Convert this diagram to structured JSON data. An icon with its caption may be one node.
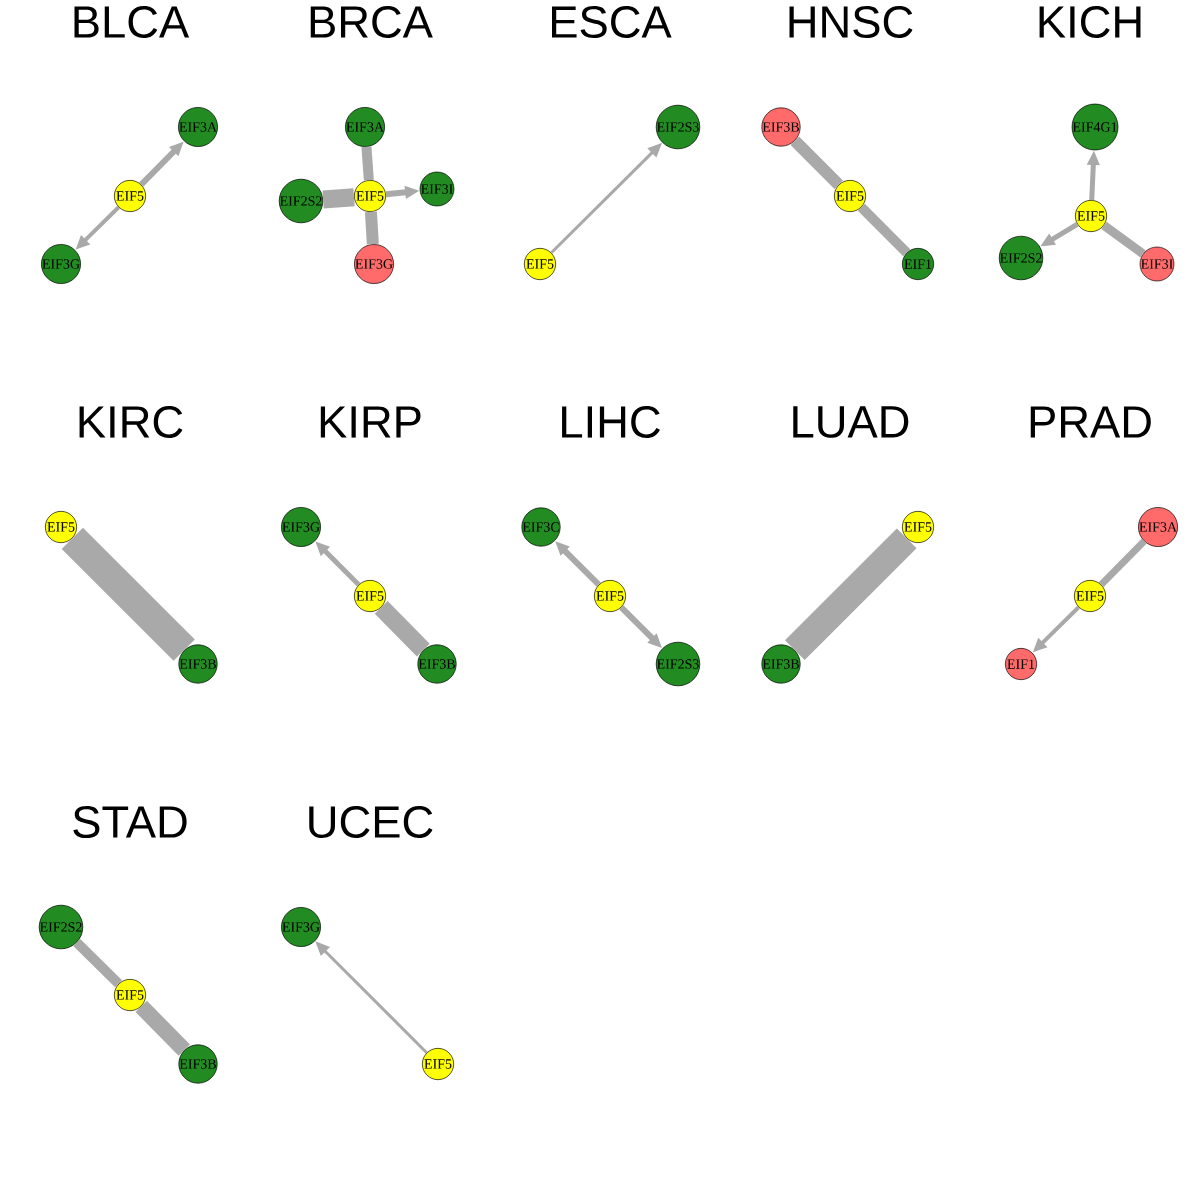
{
  "diagram": {
    "nodes": [
      {
        "text": [
          "EIF3A"
        ]
      },
      {
        "text": [
          "EIF5"
        ]
      },
      {
        "text": [
          "EIF3G"
        ]
      },
      {
        "text": [
          "EIF3A"
        ]
      },
      {
        "text": [
          "EIF2S2"
        ]
      },
      {
        "text": [
          "EIF5"
        ]
      },
      {
        "text": [
          "EIF3I"
        ]
      },
      {
        "text": [
          "EIF3G"
        ]
      },
      {
        "text": [
          "EIF2S3"
        ]
      },
      {
        "text": [
          "EIF5"
        ]
      },
      {
        "text": [
          "EIF3B"
        ]
      },
      {
        "text": [
          "EIF5"
        ]
      },
      {
        "text": [
          "EIF1"
        ]
      },
      {
        "text": [
          "EIF4G1"
        ]
      },
      {
        "text": [
          "EIF5"
        ]
      },
      {
        "text": [
          "EIF2S2"
        ]
      },
      {
        "text": [
          "EIF3I"
        ]
      },
      {
        "text": [
          "EIF5"
        ]
      },
      {
        "text": [
          "EIF3B"
        ]
      },
      {
        "text": [
          "EIF3G"
        ]
      },
      {
        "text": [
          "EIF5"
        ]
      },
      {
        "text": [
          "EIF3B"
        ]
      },
      {
        "text": [
          "EIF3C"
        ]
      },
      {
        "text": [
          "EIF5"
        ]
      },
      {
        "text": [
          "EIF2S3"
        ]
      },
      {
        "text": [
          "EIF5"
        ]
      },
      {
        "text": [
          "EIF3B"
        ]
      },
      {
        "text": [
          "EIF3A"
        ]
      },
      {
        "text": [
          "EIF5"
        ]
      },
      {
        "text": [
          "EIF1"
        ]
      },
      {
        "text": [
          "EIF2S2"
        ]
      },
      {
        "text": [
          "EIF5"
        ]
      },
      {
        "text": [
          "EIF3B"
        ]
      },
      {
        "text": [
          "EIF3G"
        ]
      },
      {
        "text": [
          "EIF5"
        ]
      }
    ],
    "edges": [
      {
        "from": 1,
        "to": 0,
        "arrow": "to"
      },
      {
        "from": 1,
        "to": 2,
        "arrow": "to"
      },
      {
        "from": 5,
        "to": 3,
        "arrow": "none"
      },
      {
        "from": 5,
        "to": 4,
        "arrow": "none",
        "style": "thick"
      },
      {
        "from": 5,
        "to": 6,
        "arrow": "to"
      },
      {
        "from": 5,
        "to": 7,
        "arrow": "none"
      },
      {
        "from": 9,
        "to": 8,
        "arrow": "to"
      },
      {
        "from": 11,
        "to": 10,
        "arrow": "none"
      },
      {
        "from": 11,
        "to": 12,
        "arrow": "none"
      },
      {
        "from": 14,
        "to": 13,
        "arrow": "to"
      },
      {
        "from": 14,
        "to": 15,
        "arrow": "to"
      },
      {
        "from": 14,
        "to": 16,
        "arrow": "none"
      },
      {
        "from": 17,
        "to": 18,
        "arrow": "none",
        "style": "thick"
      },
      {
        "from": 20,
        "to": 19,
        "arrow": "to"
      },
      {
        "from": 20,
        "to": 21,
        "arrow": "none",
        "style": "thick"
      },
      {
        "from": 23,
        "to": 22,
        "arrow": "to"
      },
      {
        "from": 23,
        "to": 24,
        "arrow": "to"
      },
      {
        "from": 25,
        "to": 26,
        "arrow": "none",
        "style": "thick"
      },
      {
        "from": 28,
        "to": 27,
        "arrow": "none"
      },
      {
        "from": 28,
        "to": 29,
        "arrow": "to"
      },
      {
        "from": 31,
        "to": 30,
        "arrow": "none"
      },
      {
        "from": 31,
        "to": 32,
        "arrow": "none",
        "style": "thick"
      },
      {
        "from": 34,
        "to": 33,
        "arrow": "to"
      }
    ],
    "labels": [
      "BLCA",
      "BRCA",
      "ESCA",
      "HNSC",
      "KICH",
      "KIRC",
      "KIRP",
      "LIHC",
      "LUAD",
      "PRAD",
      "STAD",
      "UCEC"
    ]
  }
}
